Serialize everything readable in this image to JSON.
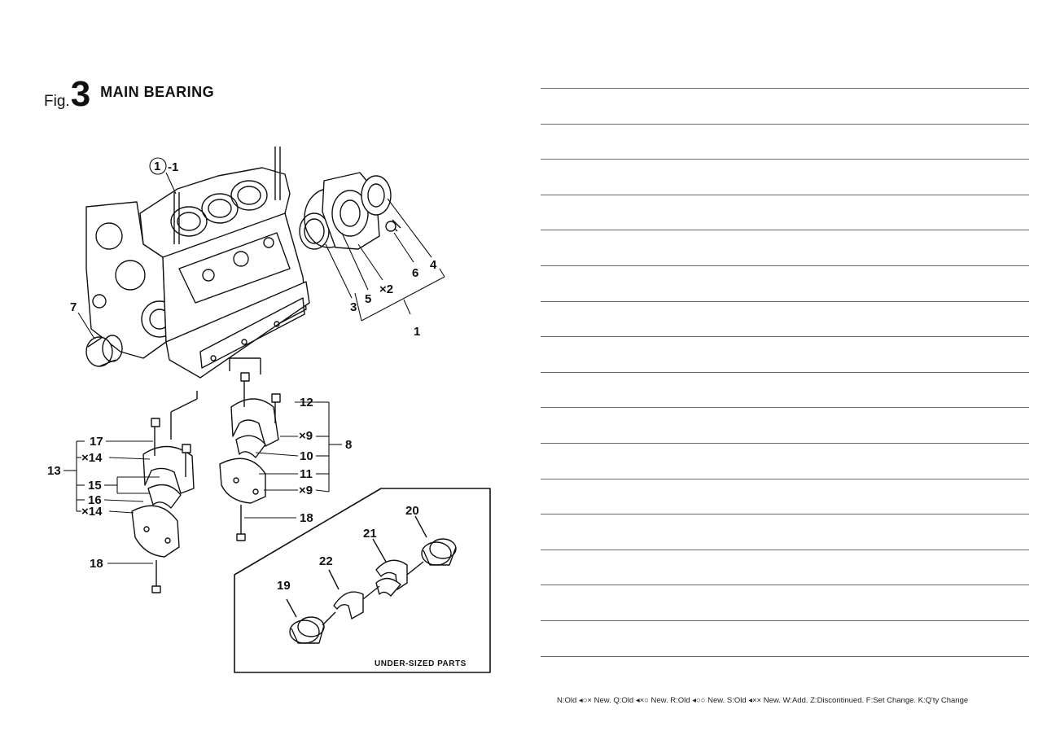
{
  "figure": {
    "prefix": "Fig.",
    "number": "3",
    "title": "MAIN BEARING"
  },
  "callouts": {
    "c1_1": "1-1",
    "c1": "1",
    "c2": "×2",
    "c3": "3",
    "c4": "4",
    "c5": "5",
    "c6": "6",
    "c7": "7",
    "c8": "8",
    "c9a": "×9",
    "c9b": "×9",
    "c10": "10",
    "c11": "11",
    "c12": "12",
    "c13": "13",
    "c14a": "×14",
    "c14b": "×14",
    "c15": "15",
    "c16": "16",
    "c17": "17",
    "c18a": "18",
    "c18b": "18",
    "c19": "19",
    "c20": "20",
    "c21": "21",
    "c22": "22"
  },
  "inset_label": "UNDER-SIZED PARTS",
  "legend": "N:Old ◂○× New.  Q:Old ◂×○ New.  R:Old ◂○○ New.  S:Old ◂×× New.  W:Add.  Z:Discontinued.  F:Set Change.  K:Q'ty Change",
  "ruled_lines_count": 17
}
